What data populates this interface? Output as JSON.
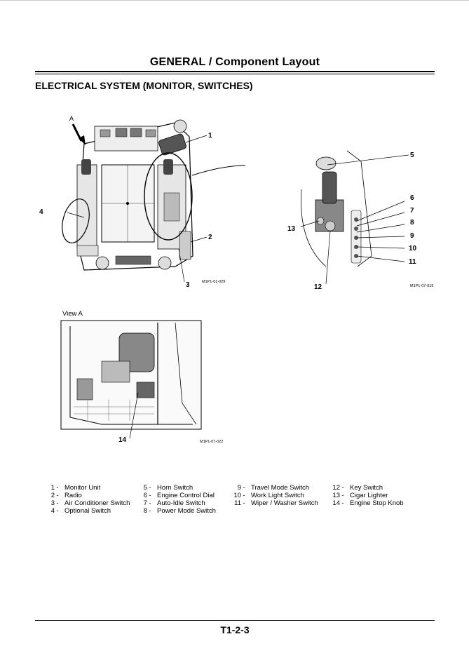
{
  "header": {
    "title": "GENERAL / Component Layout"
  },
  "section": {
    "title": "ELECTRICAL SYSTEM (MONITOR, SWITCHES)"
  },
  "figure_cab": {
    "arrow_label": "A",
    "callouts": [
      "1",
      "2",
      "3",
      "4"
    ],
    "code": "M1P1-01-029"
  },
  "figure_console": {
    "callouts": [
      "5",
      "6",
      "7",
      "8",
      "9",
      "10",
      "11",
      "12",
      "13"
    ],
    "code": "M1P1-07-019"
  },
  "figure_view_a": {
    "label": "View A",
    "callouts": [
      "14"
    ],
    "code": "M1P1-07-022"
  },
  "legend": {
    "columns": [
      [
        {
          "num": "1",
          "text": "Monitor Unit"
        },
        {
          "num": "2",
          "text": "Radio"
        },
        {
          "num": "3",
          "text": "Air Conditioner Switch"
        },
        {
          "num": "4",
          "text": "Optional Switch"
        }
      ],
      [
        {
          "num": "5",
          "text": "Horn Switch"
        },
        {
          "num": "6",
          "text": "Engine Control Dial"
        },
        {
          "num": "7",
          "text": "Auto-Idle Switch"
        },
        {
          "num": "8",
          "text": "Power Mode Switch"
        }
      ],
      [
        {
          "num": "9",
          "text": "Travel Mode Switch"
        },
        {
          "num": "10",
          "text": "Work Light Switch"
        },
        {
          "num": "11",
          "text": "Wiper / Washer Switch"
        }
      ],
      [
        {
          "num": "12",
          "text": "Key Switch"
        },
        {
          "num": "13",
          "text": "Cigar Lighter"
        },
        {
          "num": "14",
          "text": "Engine Stop Knob"
        }
      ]
    ]
  },
  "footer": {
    "page_number": "T1-2-3"
  }
}
